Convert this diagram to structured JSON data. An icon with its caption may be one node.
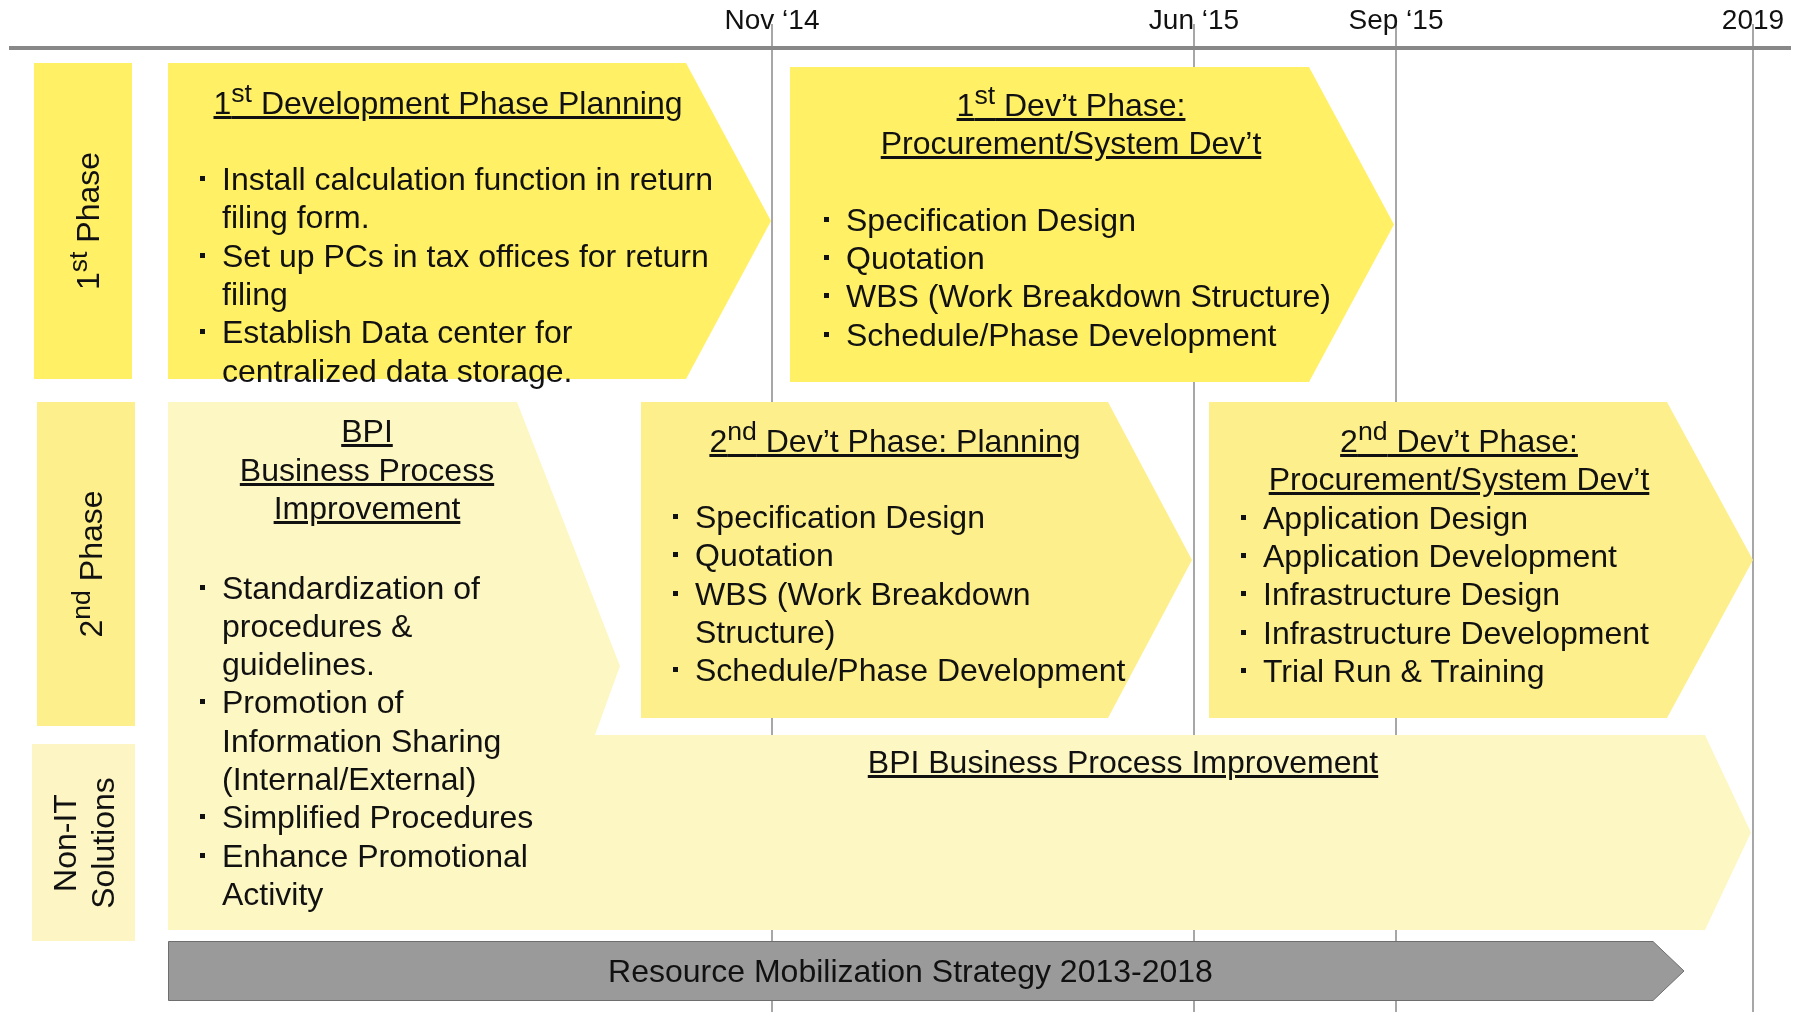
{
  "diagram": {
    "nodes": [
      {
        "text": [
          "1$^{st}$ Phase"
        ]
      },
      {
        "text": [
          "1$^{st}$ Development Phase Planning",
          "Install calculation function in return filing form.",
          "Set up PCs in tax offices for return filing",
          "Establish Data center for centralized data storage."
        ]
      },
      {
        "text": [
          "1$^{st}$ Dev’t Phase: Procurement/System Dev’t",
          "Specification Design",
          "Quotation",
          "WBS (Work Breakdown Structure)",
          "Schedule/Phase Development"
        ]
      },
      {
        "text": [
          "2$^{nd}$ Phase"
        ]
      },
      {
        "text": [
          "BPI",
          "Business Process Improvement",
          "Standardization of procedures & guidelines.",
          "Promotion of Information Sharing (Internal/External)",
          "Simplified Procedures",
          "Enhance Promotional Activity"
        ]
      },
      {
        "text": [
          "2$^{nd}$ Dev’t Phase: Planning",
          "Specification Design",
          "Quotation",
          "WBS (Work Breakdown Structure)",
          "Schedule/Phase Development"
        ]
      },
      {
        "text": [
          "2$^{nd}$ Dev’t Phase: Procurement/System Dev’t",
          "Application Design",
          "Application Development",
          "Infrastructure Design",
          "Infrastructure Development",
          "Trial Run & Training"
        ]
      },
      {
        "text": [
          "Non-IT Solutions"
        ]
      },
      {
        "text": [
          "BPI Business Process Improvement"
        ]
      },
      {
        "text": [
          "Resource Mobilization Strategy 2013-2018"
        ]
      }
    ],
    "labels": [
      "Nov ‘14",
      "Jun ‘15",
      "Sep ‘15",
      "2019"
    ]
  }
}
